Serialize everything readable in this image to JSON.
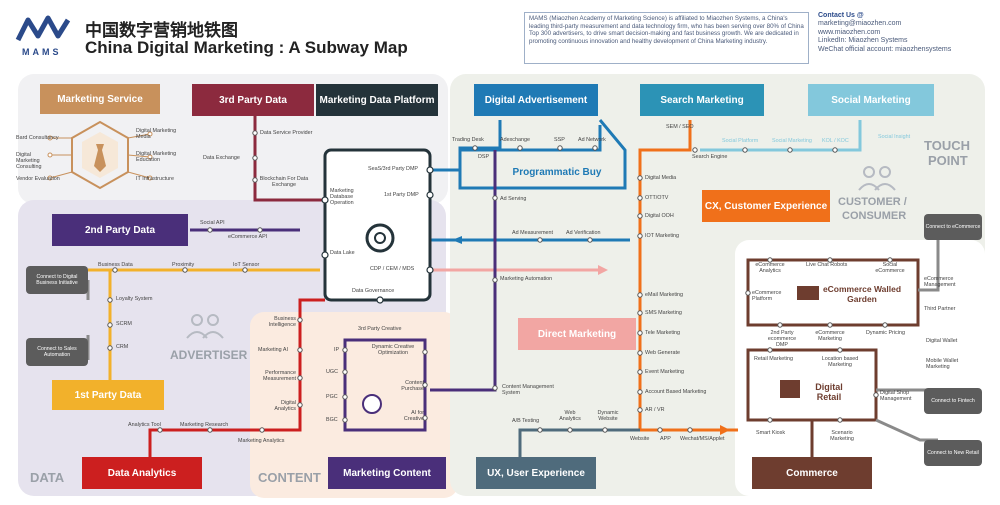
{
  "header": {
    "logo_text": "MAMS",
    "title_cn": "中国数字营销地铁图",
    "title_en": "China Digital Marketing : A Subway Map",
    "about": "MAMS (Miaozhen Academy of Marketing Science) is affiliated to Miaozhen Systems, a China's leading third-party measurement and data technology firm, who has been serving over 80% of China Top 300 advertisers, to drive smart decision-making and fast business growth. We are dedicated in promoting continuous innovation and healthy development of China Marketing industry.",
    "contact_title": "Contact Us @",
    "contact": [
      "marketing@miaozhen.com",
      "www.miaozhen.com",
      "LinkedIn: Miaozhen Systems",
      "WeChat official account: miaozhensystems"
    ]
  },
  "zones": {
    "data": "DATA",
    "content": "CONTENT",
    "advertiser": "ADVERTISER",
    "touch_point_1": "TOUCH",
    "touch_point_2": "POINT",
    "customer_1": "CUSTOMER /",
    "customer_2": "CONSUMER"
  },
  "boxes": {
    "marketing_service": "Marketing Service",
    "third_party_data": "3rd Party Data",
    "marketing_data_platform": "Marketing Data Platform",
    "digital_advertisement": "Digital Advertisement",
    "search_marketing": "Search Marketing",
    "social_marketing": "Social Marketing",
    "second_party_data": "2nd Party Data",
    "programmatic_buy": "Programmatic Buy",
    "cx": "CX, Customer  Experience",
    "direct_marketing": "Direct Marketing",
    "first_party_data": "1st Party Data",
    "data_analytics": "Data Analytics",
    "marketing_content": "Marketing Content",
    "ux": "UX, User Experience",
    "commerce": "Commerce",
    "walled_garden": "eCommerce Walled Garden",
    "digital_retail": "Digital Retail"
  },
  "grey_boxes": {
    "digital_biz": "Connect to Digital Business Initiative",
    "sales_automation": "Connect to Sales Automation",
    "connect_ecommerce": "Connect to eCommerce",
    "connect_fintech": "Connect to Fintech",
    "connect_new_retail": "Connect to New Retail"
  },
  "service_labels": [
    "Bard Consultancy",
    "Digital Marketing Consulting",
    "Vendor Evaluation",
    "Digital Marketing Media",
    "Digital Marketing Education",
    "IT Infrastructure"
  ],
  "stations": {
    "data_service_provider": "Data Service Provider",
    "data_exchange": "Data Exchange",
    "blockchain": "Blockchain For Data Exchange",
    "seasix_dmp": "SeaS/3rd Party DMP",
    "first_dmp": "1st Party DMP",
    "mkt_db": "Marketing Database Operation",
    "data_lake": "Data Lake",
    "cdp": "CDP / CEM / MDS",
    "data_governance": "Data Governance",
    "social_api": "Social API",
    "ecommerce_api": "eCommerce API",
    "business_data": "Business Data",
    "proximity": "Proximity",
    "iot_sensor": "IoT Sensor",
    "loyalty": "Loyalty System",
    "scrm": "SCRM",
    "crm": "CRM",
    "business_intelligence": "Business Intelligence",
    "marketing_ai": "Marketing AI",
    "performance": "Performance Measurement",
    "digital_analytics": "Digital Analytics",
    "analytics_tool": "Analytics Tool",
    "marketing_research": "Marketing Research",
    "marketing_analytics": "Marketing Analytics",
    "third_creative": "3rd Party Creative",
    "dco": "Dynamic Creative Optimization",
    "content_purchase": "Content Purchase",
    "ai_creative": "AI for Creative",
    "ip": "IP",
    "ugc": "UGC",
    "pgc": "PGC",
    "bgc": "BGC",
    "trading_desk": "Trading Desk",
    "adexchange": "Adexchange",
    "ssp": "SSP",
    "ad_network": "Ad Network",
    "dsp": "DSP",
    "ad_serving": "Ad Serving",
    "ad_measurement": "Ad Measurement",
    "ad_verification": "Ad Verification",
    "sem_seo": "SEM / SEO",
    "search_engine": "Search Engine",
    "social_platform": "Social Platform",
    "social_marketing_st": "Social Marketing",
    "kol": "KOL / KOC",
    "social_insight": "Social Insight",
    "digital_media": "Digital Media",
    "ott": "OTT/OTV",
    "dooh": "Digital OOH",
    "iot_marketing": "IOT Marketing",
    "marketing_automation": "Marketing Automation",
    "email": "eMail Marketing",
    "sms": "SMS Marketing",
    "tele": "Tele Marketing",
    "web_generate": "Web Generate",
    "event": "Event Marketing",
    "abm": "Account Based Marketing",
    "ar_vr": "AR / VR",
    "cms": "Content Management System",
    "ab_testing": "A/B Testing",
    "web_analytics": "Web Analytics",
    "dynamic_website": "Dynamic Website",
    "website": "Website",
    "app": "APP",
    "wechat": "Wechat/MS/Applet",
    "ecom_analytics": "eCommerce Analytics",
    "live_chat": "Live Chat Robots",
    "social_ecom": "Social eCommerce",
    "ecom_mgmt": "eCommerce Management",
    "third_partner": "Third Partner",
    "ecom_platform": "eCommerce Platform",
    "ecom_dmp": "2nd Party ecommerce DMP",
    "ecom_marketing": "eCommerce Marketing",
    "dynamic_pricing": "Dynamic Pricing",
    "digital_wallet": "Digital Wallet",
    "mobile_wallet": "Mobile Wallet Marketing",
    "retail_marketing": "Retail Marketing",
    "location_marketing": "Location based Marketing",
    "digital_shop": "Digital Shop Management",
    "smart_kiosk": "Smart Kiosk",
    "scenario": "Scenario Marketing"
  },
  "colors": {
    "purple": "#4a2f7a",
    "blue": "#1f7ab5",
    "orange": "#f0701a",
    "gold": "#f2b12b",
    "red": "#cc1f1f",
    "slate": "#4f6b7c",
    "brown": "#6e3d2f",
    "teal": "#2c93b6",
    "sky": "#83c8dc",
    "pink": "#f2a6a3",
    "tan": "#c8915c",
    "maroon": "#8c2a3e",
    "dark": "#24333a"
  }
}
